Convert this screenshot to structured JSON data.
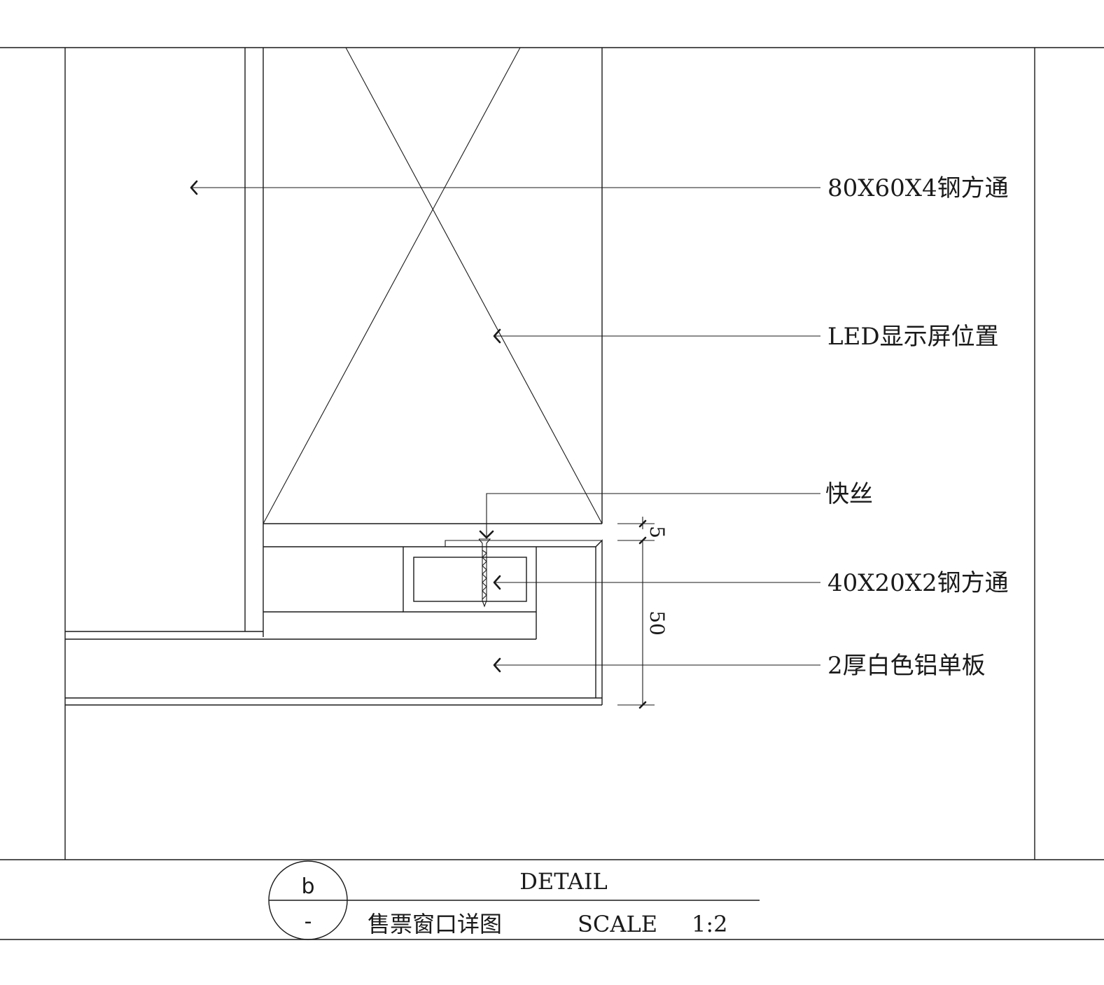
{
  "labels": {
    "steel_tube_large": "80X60X4钢方通",
    "led_screen": "LED显示屏位置",
    "quick_screw": "快丝",
    "steel_tube_small": "40X20X2钢方通",
    "aluminum_panel": "2厚白色铝单板"
  },
  "dimensions": {
    "top_gap": "5",
    "total_height": "50"
  },
  "title_block": {
    "detail_letter": "b",
    "sheet_ref": "-",
    "heading": "DETAIL",
    "name": "售票窗口详图",
    "scale_label": "SCALE",
    "scale_value": "1:2"
  }
}
